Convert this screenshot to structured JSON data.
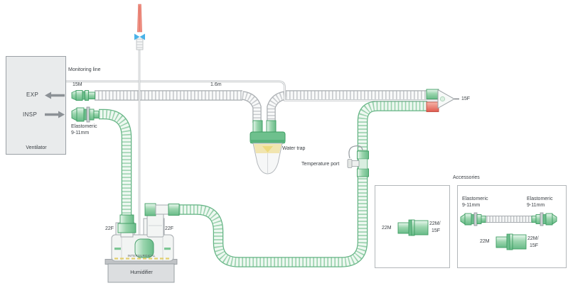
{
  "colors": {
    "accent_green": "#6cbd8c",
    "green_dark": "#3f9e63",
    "red_connector": "#e9796e",
    "blue_clip": "#49b2e8",
    "trap_yellow": "#ecd97e",
    "tube_gray": "#b9bdc1",
    "text": "#3a3f44",
    "box_gray": "#e9ebec"
  },
  "ventilator": {
    "title": "Ventilator",
    "exp_label": "EXP",
    "insp_label": "INSP"
  },
  "circuit": {
    "monitoring_line_label": "Monitoring line",
    "exp_connector_label": "15M",
    "insp_connector_label_1": "Elastomeric",
    "insp_connector_label_2": "9-11mm",
    "tube_length_label": "1.6m",
    "water_trap_label": "Water trap",
    "temperature_port_label": "Temperature port",
    "patient_connector_label": "15F",
    "humidifier_left_port_label": "22F",
    "humidifier_right_port_label": "22F",
    "humidifier_label": "Humidifier",
    "humidifier_brand": "INTERSURGICAL"
  },
  "accessories": {
    "title": "Accessories",
    "box1": {
      "left_label": "22M",
      "right_label_1": "22M/",
      "right_label_2": "15F"
    },
    "box2": {
      "left_elastomeric_1": "Elastomeric",
      "left_elastomeric_2": "9-11mm",
      "right_elastomeric_1": "Elastomeric",
      "right_elastomeric_2": "9-11mm",
      "left_label": "22M",
      "right_label_1": "22M/",
      "right_label_2": "15F"
    }
  }
}
